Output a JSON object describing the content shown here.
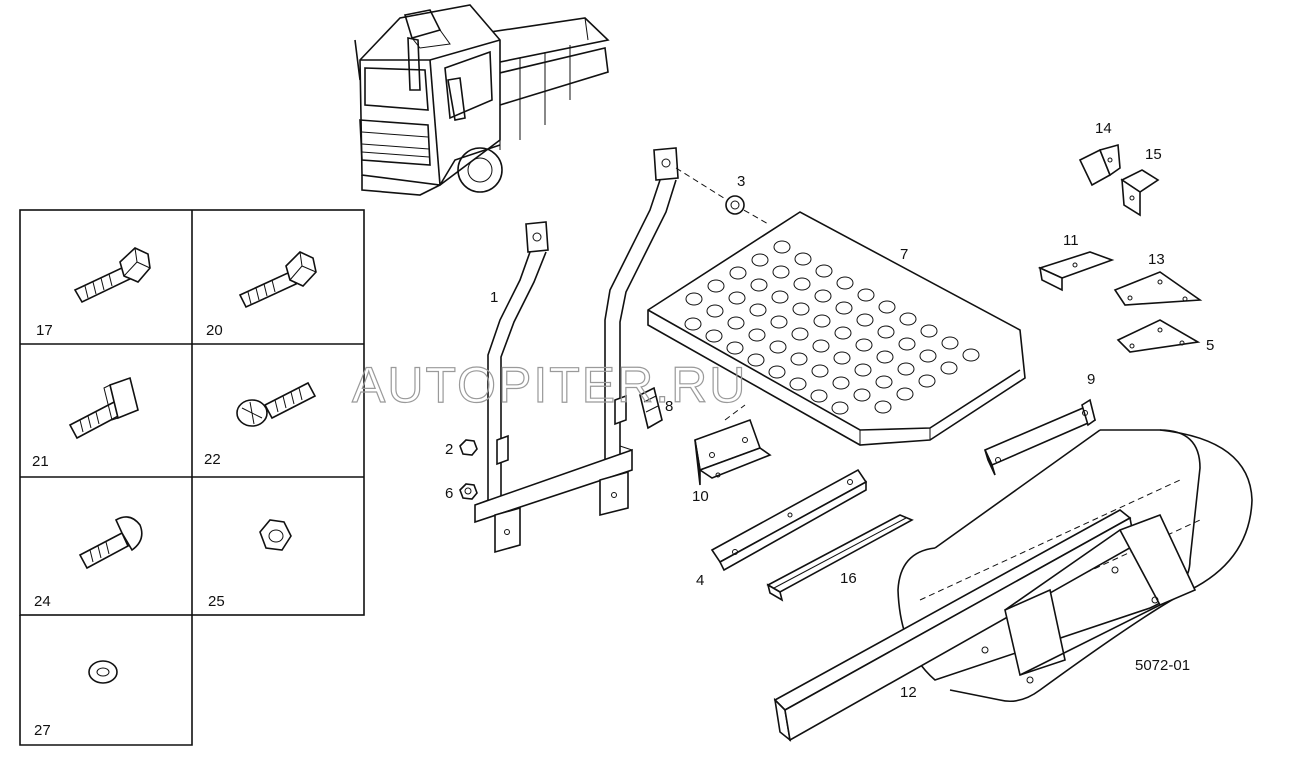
{
  "drawing_code": "5072-01",
  "watermark": "AUTOPITER.RU",
  "fastener_table": [
    {
      "label": "17",
      "icon": "hex-bolt-icon"
    },
    {
      "label": "20",
      "icon": "hex-bolt-icon"
    },
    {
      "label": "21",
      "icon": "square-head-bolt-icon"
    },
    {
      "label": "22",
      "icon": "phillips-screw-icon"
    },
    {
      "label": "24",
      "icon": "carriage-bolt-icon"
    },
    {
      "label": "25",
      "icon": "hex-nut-icon"
    },
    {
      "label": "27",
      "icon": "washer-icon"
    }
  ],
  "callouts": [
    {
      "label": "1",
      "part": "step-bracket"
    },
    {
      "label": "2",
      "part": "nut"
    },
    {
      "label": "3",
      "part": "nut"
    },
    {
      "label": "4",
      "part": "support-bar"
    },
    {
      "label": "5",
      "part": "gusset-plate"
    },
    {
      "label": "6",
      "part": "nut"
    },
    {
      "label": "7",
      "part": "tread-plate"
    },
    {
      "label": "8",
      "part": "clip"
    },
    {
      "label": "9",
      "part": "support-bracket"
    },
    {
      "label": "10",
      "part": "angle-bracket"
    },
    {
      "label": "11",
      "part": "bracket"
    },
    {
      "label": "12",
      "part": "fuel-tank-frame"
    },
    {
      "label": "13",
      "part": "gusset-plate"
    },
    {
      "label": "14",
      "part": "angle-bracket"
    },
    {
      "label": "15",
      "part": "angle-bracket"
    },
    {
      "label": "16",
      "part": "rubber-strip"
    }
  ]
}
